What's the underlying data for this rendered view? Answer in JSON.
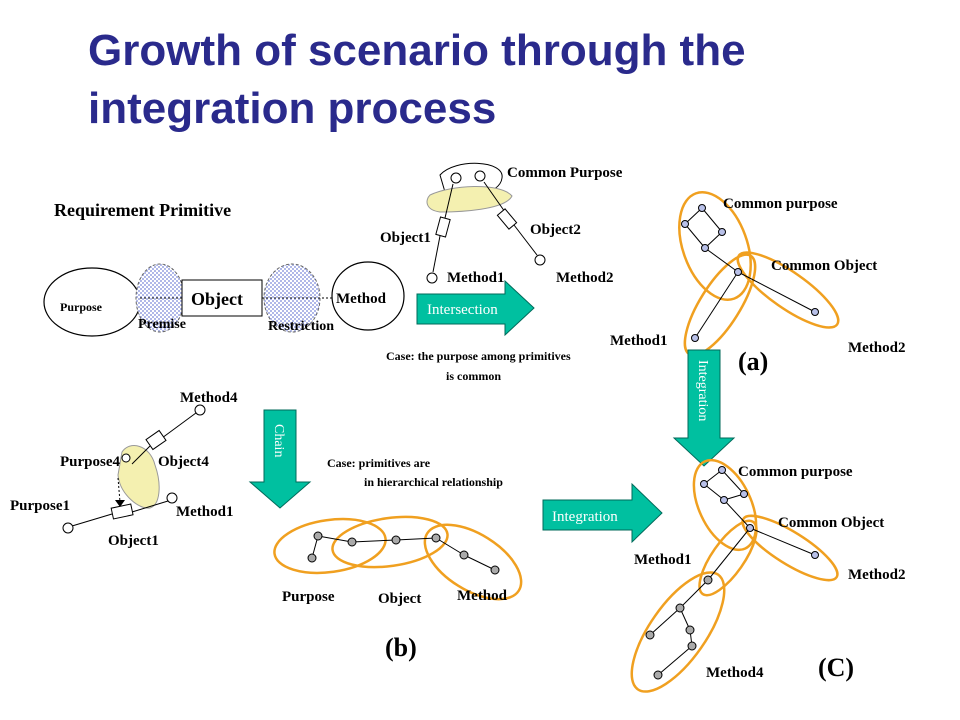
{
  "title": {
    "line1": "Growth of scenario through the",
    "line2": "integration process"
  },
  "colors": {
    "title": "#2a2a8c",
    "arrow": "#00c0a0",
    "ellipse_orange": "#f0a020",
    "node_fill": "#b8c0e8",
    "blob_yellow": "#f4f0b0",
    "hatch_blue": "#b0b8e8"
  },
  "primitive": {
    "heading": "Requirement Primitive",
    "purpose": "Purpose",
    "object": "Object",
    "method": "Method",
    "premise": "Premise",
    "restriction": "Restriction"
  },
  "intersection": {
    "common_purpose": "Common Purpose",
    "object1": "Object1",
    "object2": "Object2",
    "method1": "Method1",
    "method2": "Method2",
    "arrow": "Intersection",
    "case_line1": "Case: the purpose among primitives",
    "case_line2": "is common"
  },
  "panel_a": {
    "common_purpose": "Common purpose",
    "common_object": "Common Object",
    "method1": "Method1",
    "method2": "Method2",
    "tag": "(a)"
  },
  "integration_down": {
    "arrow": "Integration"
  },
  "chain": {
    "method4": "Method4",
    "purpose4": "Purpose4",
    "object4": "Object4",
    "purpose1": "Purpose1",
    "method1": "Method1",
    "object1": "Object1",
    "arrow": "Chain",
    "case_line1": "Case: primitives are",
    "case_line2": "in hierarchical relationship"
  },
  "panel_b": {
    "purpose": "Purpose",
    "object": "Object",
    "method": "Method",
    "tag": "(b)"
  },
  "integration_right": {
    "arrow": "Integration"
  },
  "panel_c": {
    "common_purpose": "Common purpose",
    "common_object": "Common Object",
    "method1": "Method1",
    "method2": "Method2",
    "method4": "Method4",
    "tag": "(C)"
  }
}
